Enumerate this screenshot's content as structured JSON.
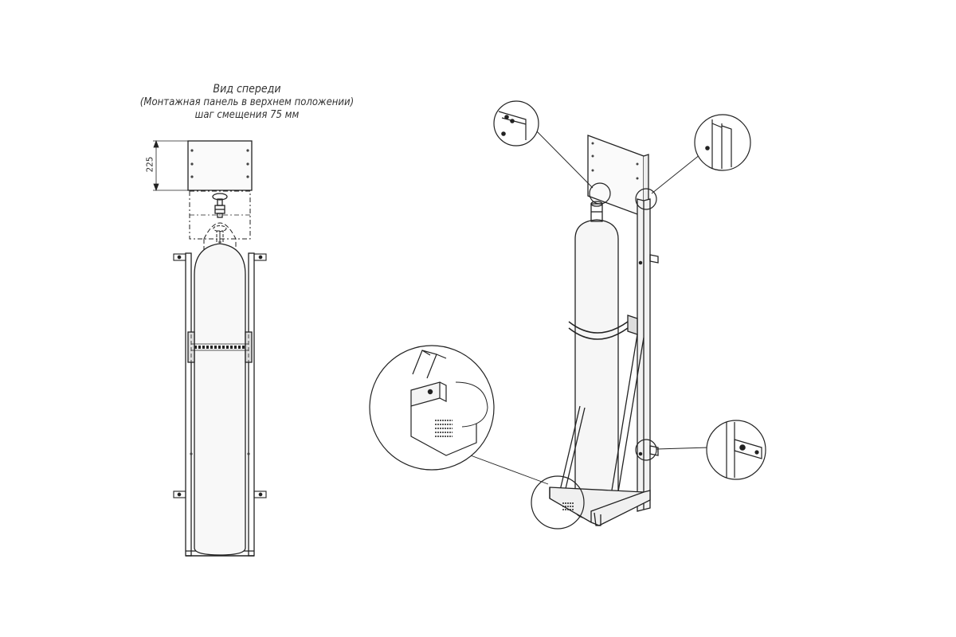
{
  "captions": {
    "title": "Вид спереди",
    "line2": "(Монтажная панель в верхнем положении)",
    "line3": "шаг смещения 75 мм"
  },
  "dimension": {
    "value": "225"
  },
  "colors": {
    "line": "#222222",
    "thin": "#555555",
    "fill": "#f4f4f4"
  }
}
